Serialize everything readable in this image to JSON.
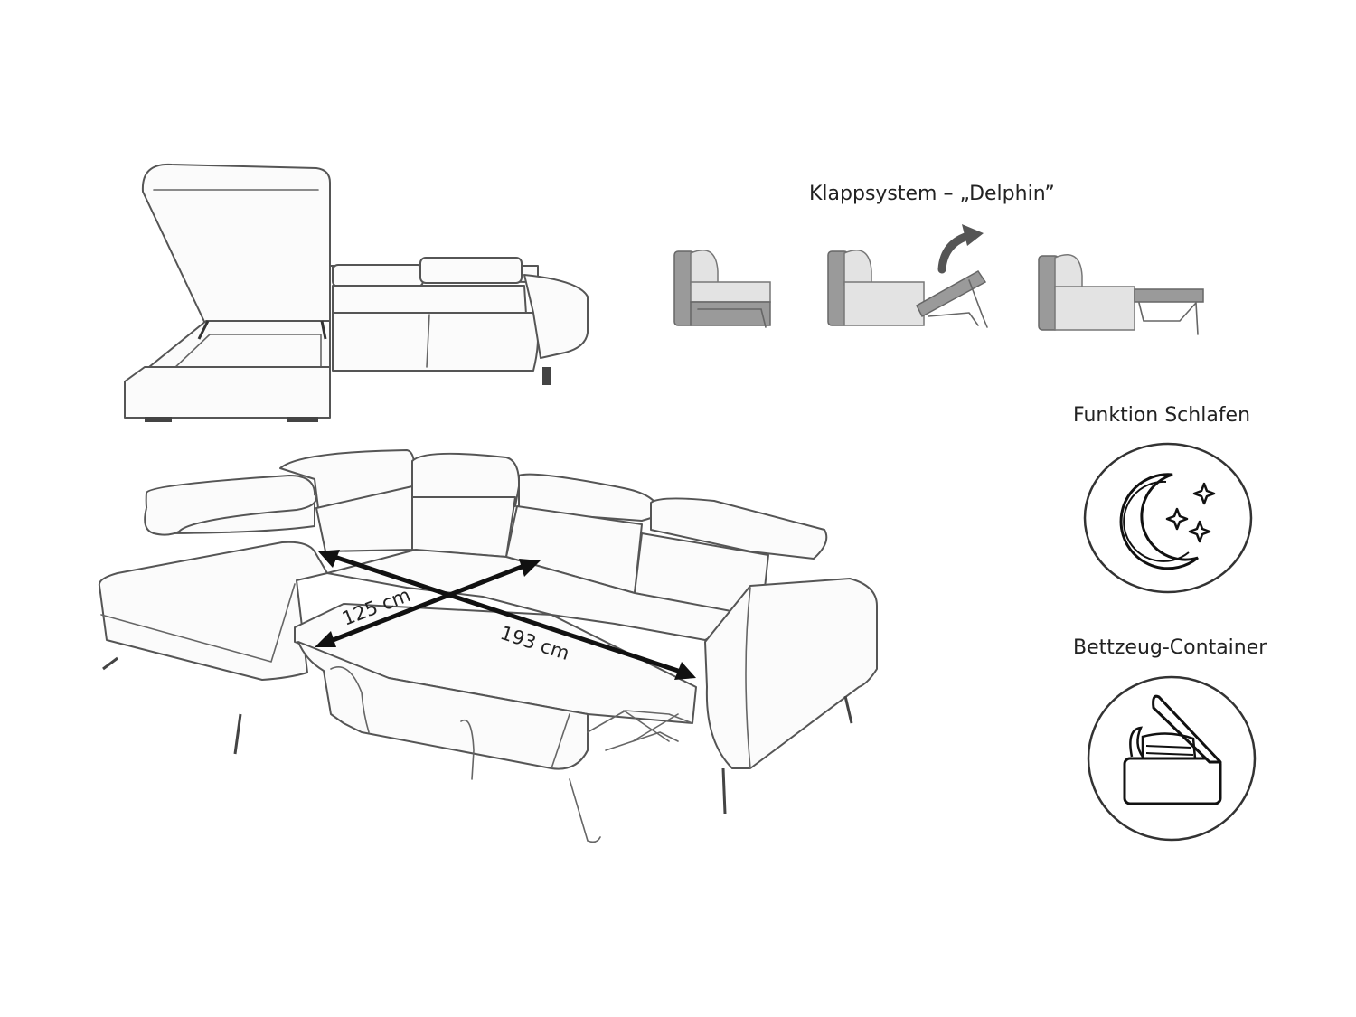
{
  "mechanism": {
    "title": "Klappsystem – „Delphin”"
  },
  "features": [
    {
      "label": "Funktion Schlafen",
      "icon": "moon-stars-icon"
    },
    {
      "label": "Bettzeug-Container",
      "icon": "storage-box-icon"
    }
  ],
  "dimensions": {
    "depth": "125 cm",
    "width": "193 cm"
  },
  "colors": {
    "line": "#555555",
    "arrow": "#111111",
    "mechanism_gray": "#9a9a9a"
  }
}
